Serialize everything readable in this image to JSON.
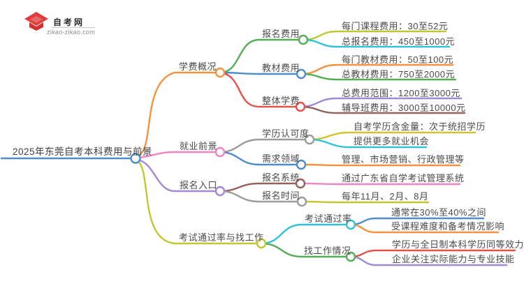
{
  "logo": {
    "site_name": "自考网",
    "site_url": "zikao-zikao.com"
  },
  "root": {
    "label": "2025年东莞自考本科费用与前景",
    "color": "#4e8cca"
  },
  "branches": [
    {
      "label": "学费概况",
      "color": "#f5923e",
      "children": [
        {
          "label": "报名费用",
          "color": "#53ae54",
          "leaves": [
            {
              "label": "每门课程费用：30至52元",
              "color": "#c3c72f"
            },
            {
              "label": "总报名费用：450至1000元",
              "color": "#30c3d8"
            }
          ]
        },
        {
          "label": "教材费用",
          "color": "#4e8cca",
          "leaves": [
            {
              "label": "每门教材费用：50至100元",
              "color": "#f5923e"
            },
            {
              "label": "总教材费用：750至2000元",
              "color": "#53ae54"
            }
          ]
        },
        {
          "label": "整体学费",
          "color": "#e4504a",
          "leaves": [
            {
              "label": "总费用范围：1200至3000元",
              "color": "#a388d6"
            },
            {
              "label": "辅导班费用：3000至10000元",
              "color": "#92635a"
            }
          ]
        }
      ]
    },
    {
      "label": "就业前景",
      "color": "#ee86c4",
      "children": [
        {
          "label": "学历认可度",
          "color": "#9c9c9c",
          "leaves": [
            {
              "label": "自考学历含金量：次于统招学历",
              "color": "#d0c52e"
            },
            {
              "label": "提供更多就业机会",
              "color": "#30c3d8"
            }
          ]
        },
        {
          "label": "需求领域",
          "color": "#4e8cca",
          "leaves": [
            {
              "label": "管理、市场营销、行政管理等",
              "color": "#f5923e"
            }
          ]
        }
      ]
    },
    {
      "label": "报名入口",
      "color": "#a388d6",
      "children": [
        {
          "label": "报名系统",
          "color": "#92635a",
          "leaves": [
            {
              "label": "通过广东省自学考试管理系统",
              "color": "#ee86c4"
            }
          ]
        },
        {
          "label": "报名时间",
          "color": "#9c9c9c",
          "leaves": [
            {
              "label": "每年11月、2月、8月",
              "color": "#c3c72f"
            }
          ]
        }
      ]
    },
    {
      "label": "考试通过率与找工作",
      "color": "#c3c72f",
      "children": [
        {
          "label": "考试通过率",
          "color": "#30c3d8",
          "leaves": [
            {
              "label": "通常在30%至40%之间",
              "color": "#4e8cca"
            },
            {
              "label": "受课程难度和备考情况影响",
              "color": "#f5923e"
            }
          ]
        },
        {
          "label": "找工作情况",
          "color": "#53ae54",
          "leaves": [
            {
              "label": "学历与全日制本科学历同等效力",
              "color": "#e4504a"
            },
            {
              "label": "企业关注实际能力与专业技能",
              "color": "#a388d6"
            }
          ]
        }
      ]
    }
  ]
}
